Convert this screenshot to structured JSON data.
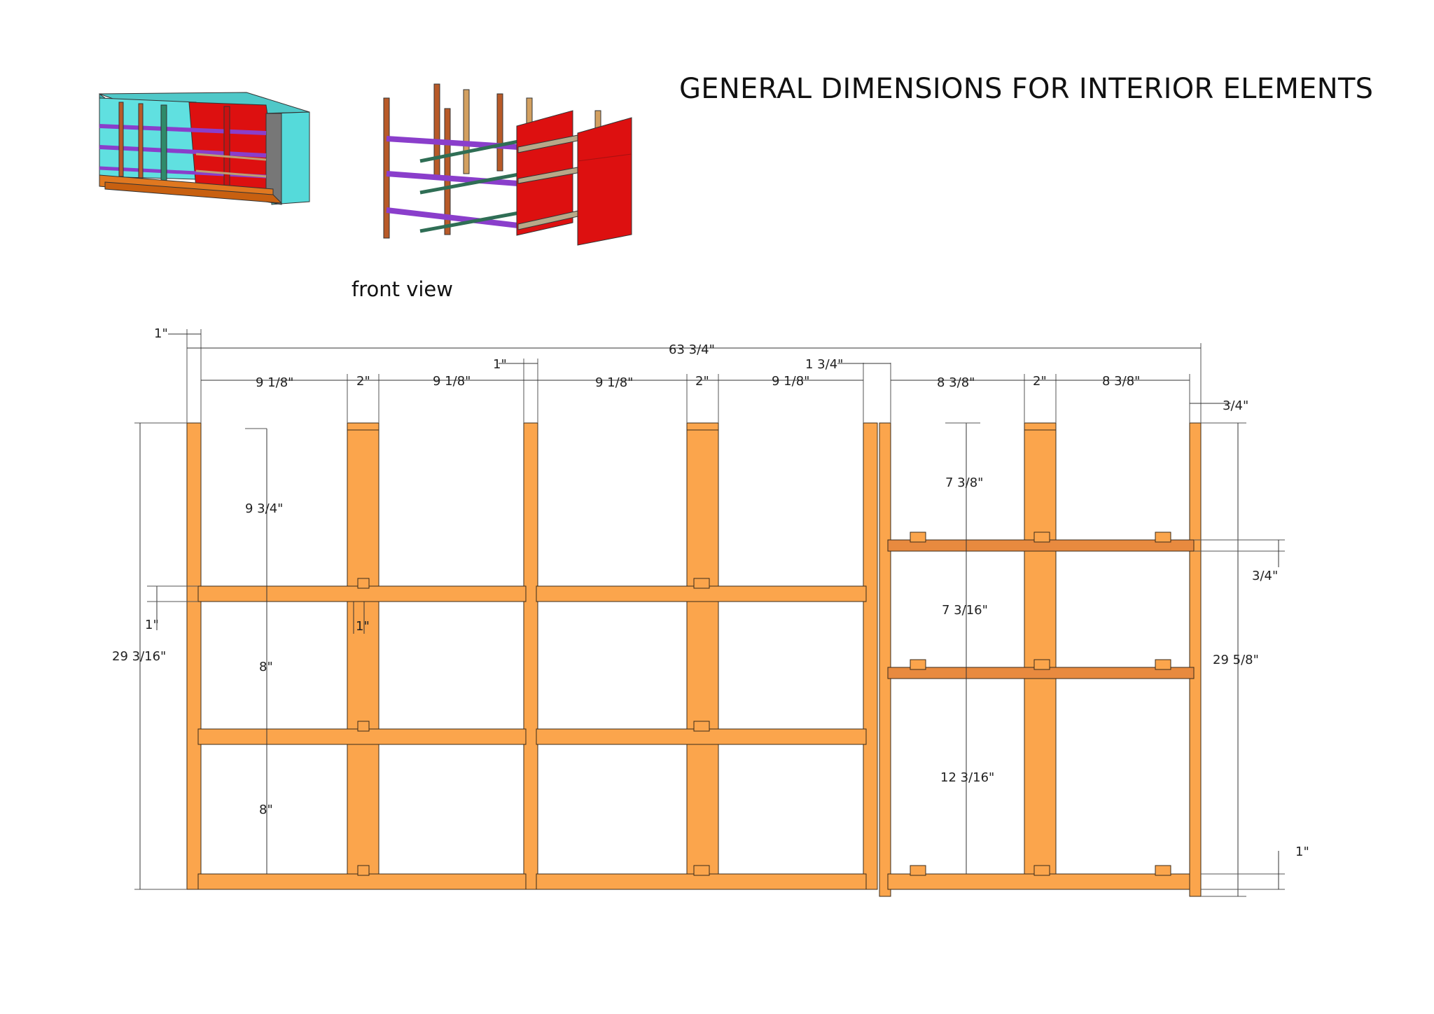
{
  "title": "GENERAL DIMENSIONS FOR INTERIOR ELEMENTS",
  "view_label": "front view",
  "dimensions": {
    "top_left_edge": "1\"",
    "overall_width": "63 3/4\"",
    "mid_gap": "1\"",
    "right_gap": "1 3/4\"",
    "bay_width_a": "9 1/8\"",
    "bay_width_b": "9 1/8\"",
    "bay_width_c": "9 1/8\"",
    "bay_width_d": "9 1/8\"",
    "post_a": "2\"",
    "post_b": "2\"",
    "post_c": "2\"",
    "right_bay_a": "8 3/8\"",
    "right_bay_b": "8 3/8\"",
    "right_edge": "3/4\"",
    "left_height": "29 3/16\"",
    "left_shelf_1": "9 3/4\"",
    "left_shelf_2": "8\"",
    "left_shelf_3": "8\"",
    "left_offset": "1\"",
    "notch": "1\"",
    "right_shelf_1": "7 3/8\"",
    "right_shelf_2": "7 3/16\"",
    "right_shelf_3": "12 3/16\"",
    "right_height": "29 5/8\"",
    "right_shelf_thickness": "3/4\"",
    "right_bottom": "1\""
  },
  "colors": {
    "wood": "#fba54c",
    "wood_dark": "#e88a3f",
    "panel_red": "#dd1010",
    "panel_cyan": "#55dada",
    "purple": "#8a3ecb",
    "green_rail": "#2f6e55",
    "brown_post": "#b85a28"
  }
}
